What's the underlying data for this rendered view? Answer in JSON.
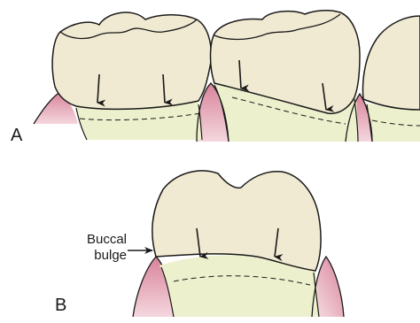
{
  "panels": {
    "a": {
      "letter": "A"
    },
    "b": {
      "letter": "B"
    }
  },
  "annotation": {
    "line1": "Buccal",
    "line2": "bulge"
  },
  "colors": {
    "tooth": "#f1ead2",
    "cervical": "#ecf0cc",
    "gum": "#d9839a",
    "gum_light": "#f4d7de",
    "outline": "#1a1a1a"
  }
}
